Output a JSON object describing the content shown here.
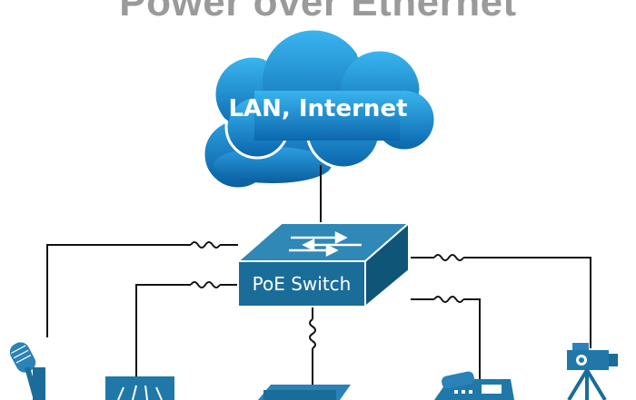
{
  "title": "Power over Ethernet",
  "cloud": {
    "label": "LAN, Internet"
  },
  "switch": {
    "label": "PoE Switch"
  },
  "devices": [
    {
      "name": "microphone",
      "icon": "microphone-icon"
    },
    {
      "name": "wireless access point",
      "icon": "access-point-icon"
    },
    {
      "name": "network device",
      "icon": "network-box-icon"
    },
    {
      "name": "ip phone",
      "icon": "ip-phone-icon"
    },
    {
      "name": "camera",
      "icon": "camera-on-tripod-icon"
    }
  ],
  "colors": {
    "cloud_top": "#2ea8e8",
    "cloud_bottom": "#0d6fb8",
    "switch_top": "#2e86b3",
    "switch_front": "#1a6d98",
    "switch_side": "#0f5578",
    "wire": "#111111",
    "title": "#9a9a9a"
  }
}
